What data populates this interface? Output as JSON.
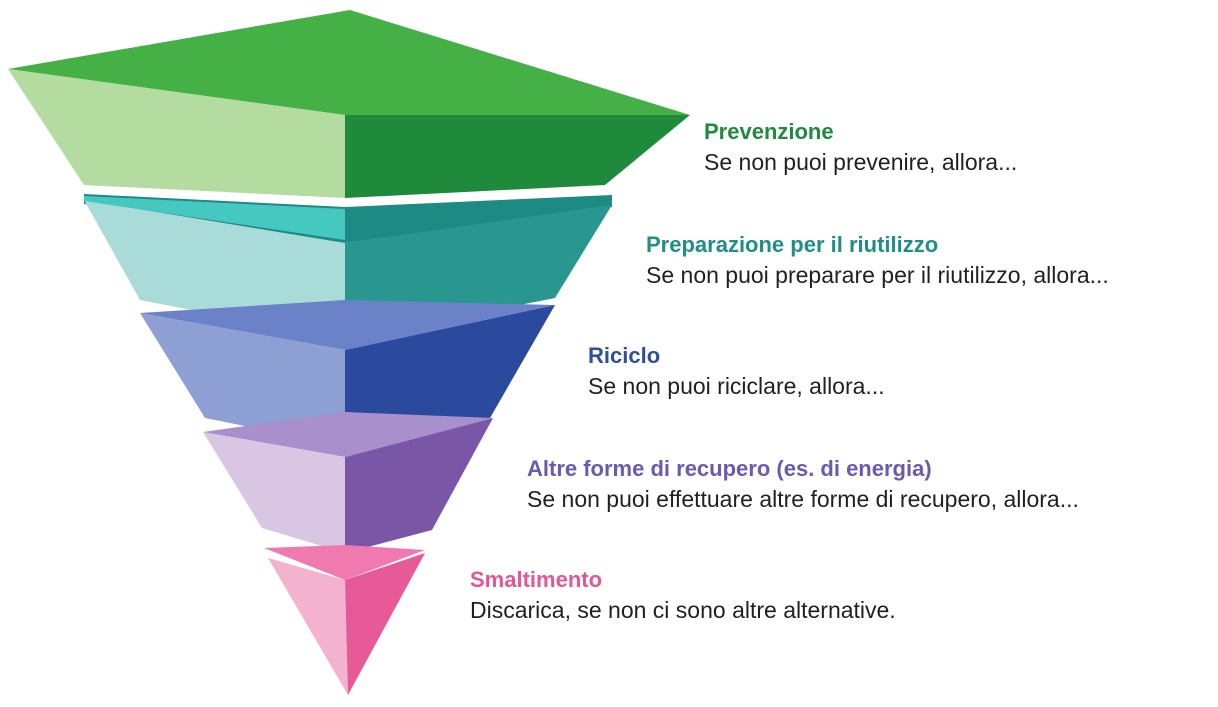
{
  "levels": [
    {
      "title": "Prevenzione",
      "text": "Se non puoi prevenire, allora...",
      "colors": {
        "label": "#1e8a3c",
        "top": "#44b045",
        "left": "#b4dba0",
        "right": "#1f8a3c",
        "rim": "#2a9a40"
      }
    },
    {
      "title": "Preparazione per il riutilizzo",
      "text": "Se non puoi preparare per il riutilizzo, allora...",
      "colors": {
        "label": "#1f8f86",
        "top": "#45c8c0",
        "left": "#a9dcd8",
        "right": "#2a9690",
        "rim": "#1e8a84"
      }
    },
    {
      "title": "Riciclo",
      "text": "Se non puoi riciclare, allora...",
      "colors": {
        "label": "#2e4f9c",
        "top": "#6b82c8",
        "left": "#8d9fd3",
        "right": "#2b4a9e",
        "rim": "#2a4490"
      }
    },
    {
      "title": "Altre forme di recupero (es. di energia)",
      "text": "Se non puoi effettuare altre forme di recupero, allora...",
      "colors": {
        "label": "#6a5ab0",
        "top": "#a98fcc",
        "left": "#d8c6e3",
        "right": "#7a56a6",
        "rim": "#6e4a9c"
      }
    },
    {
      "title": "Smaltimento",
      "text": "Discarica, se non ci sono altre alternative.",
      "colors": {
        "label": "#e05896",
        "top": "#f07ab0",
        "left": "#f3b3cf",
        "right": "#e85a97",
        "rim": "#d8508c"
      }
    }
  ]
}
